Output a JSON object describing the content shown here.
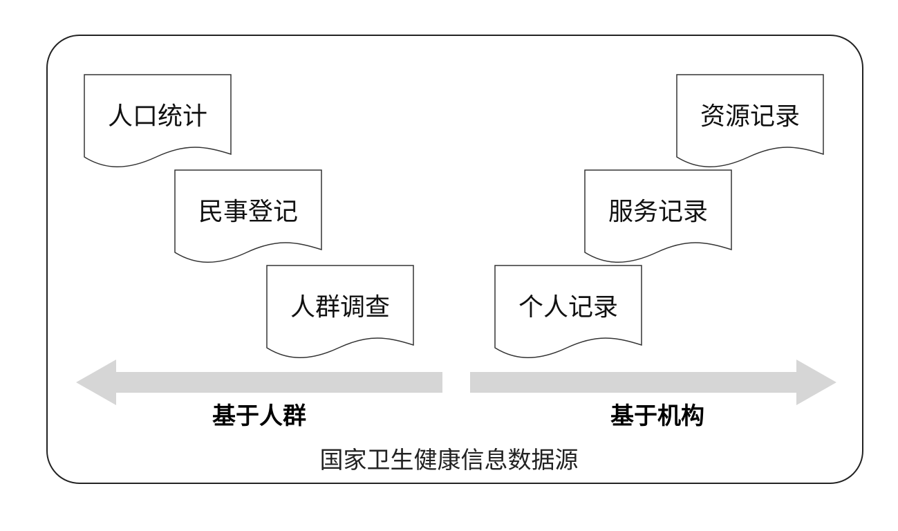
{
  "documents": {
    "left": [
      {
        "label": "人口统计"
      },
      {
        "label": "民事登记"
      },
      {
        "label": "人群调查"
      }
    ],
    "right": [
      {
        "label": "资源记录"
      },
      {
        "label": "服务记录"
      },
      {
        "label": "个人记录"
      }
    ]
  },
  "arrows": {
    "left_label": "基于人群",
    "right_label": "基于机构",
    "color": "#d6d6d6"
  },
  "footer": "国家卫生健康信息数据源"
}
